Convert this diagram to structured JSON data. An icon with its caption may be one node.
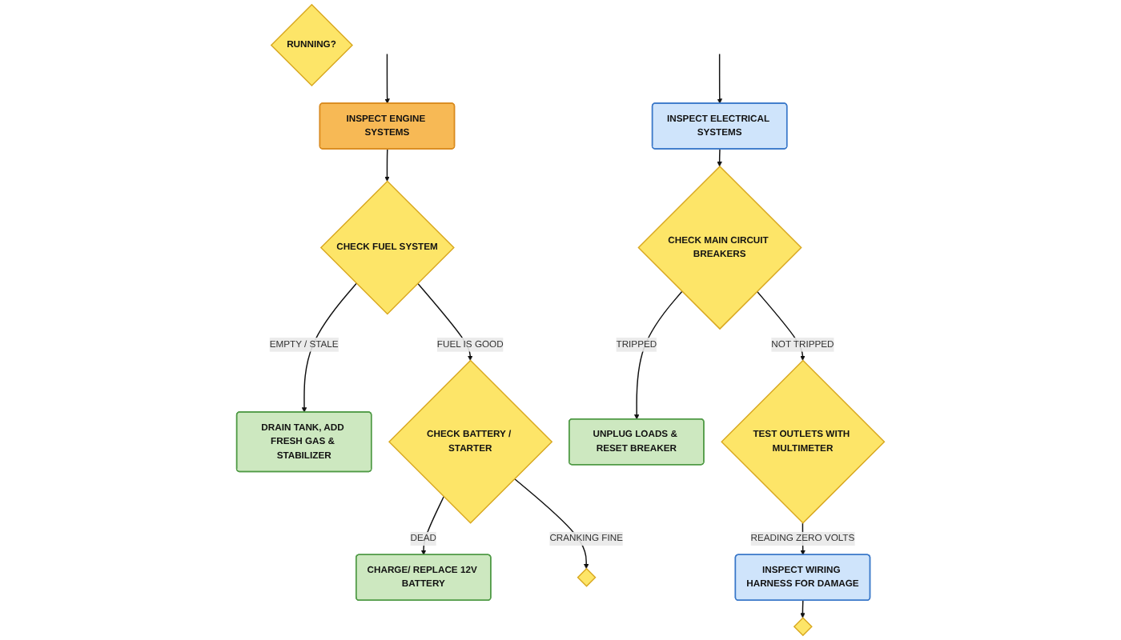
{
  "diagram": {
    "nodes": [
      {
        "text": [
          "RUNNING?"
        ]
      },
      {
        "text": [
          "INSPECT ENGINE SYSTEMS"
        ]
      },
      {
        "text": [
          "CHECK FUEL SYSTEM"
        ]
      },
      {
        "text": [
          "DRAIN TANK, ADD FRESH GAS & STABILIZER"
        ]
      },
      {
        "text": [
          "CHECK BATTERY / STARTER"
        ]
      },
      {
        "text": [
          "CHARGE/ REPLACE 12V BATTERY"
        ]
      },
      {
        "text": [],
        "shape": "diamond"
      },
      {
        "text": [
          "INSPECT ELECTRICAL SYSTEMS"
        ]
      },
      {
        "text": [
          "CHECK MAIN CIRCUIT BREAKERS"
        ]
      },
      {
        "text": [
          "UNPLUG LOADS & RESET BREAKER"
        ]
      },
      {
        "text": [
          "TEST OUTLETS WITH MULTIMETER"
        ]
      },
      {
        "text": [
          "INSPECT WIRING HARNESS FOR DAMAGE"
        ]
      },
      {
        "text": [],
        "shape": "diamond"
      }
    ],
    "edges": [
      {
        "from": null,
        "to": 1,
        "arrow": "to"
      },
      {
        "from": null,
        "to": 7,
        "arrow": "to"
      },
      {
        "from": 1,
        "to": 2,
        "arrow": "to"
      },
      {
        "from": 2,
        "to": 3,
        "label": "EMPTY / STALE",
        "arrow": "to"
      },
      {
        "from": 2,
        "to": 4,
        "label": "FUEL IS GOOD",
        "arrow": "to"
      },
      {
        "from": 4,
        "to": 5,
        "label": "DEAD",
        "arrow": "to"
      },
      {
        "from": 4,
        "to": 6,
        "label": "CRANKING FINE",
        "arrow": "to"
      },
      {
        "from": 7,
        "to": 8,
        "arrow": "to"
      },
      {
        "from": 8,
        "to": 9,
        "label": "TRIPPED",
        "arrow": "to"
      },
      {
        "from": 8,
        "to": 10,
        "label": "NOT TRIPPED",
        "arrow": "to"
      },
      {
        "from": 10,
        "to": 11,
        "label": "READING ZERO VOLTS",
        "arrow": "to"
      },
      {
        "from": 11,
        "to": 12,
        "arrow": "to"
      }
    ]
  }
}
